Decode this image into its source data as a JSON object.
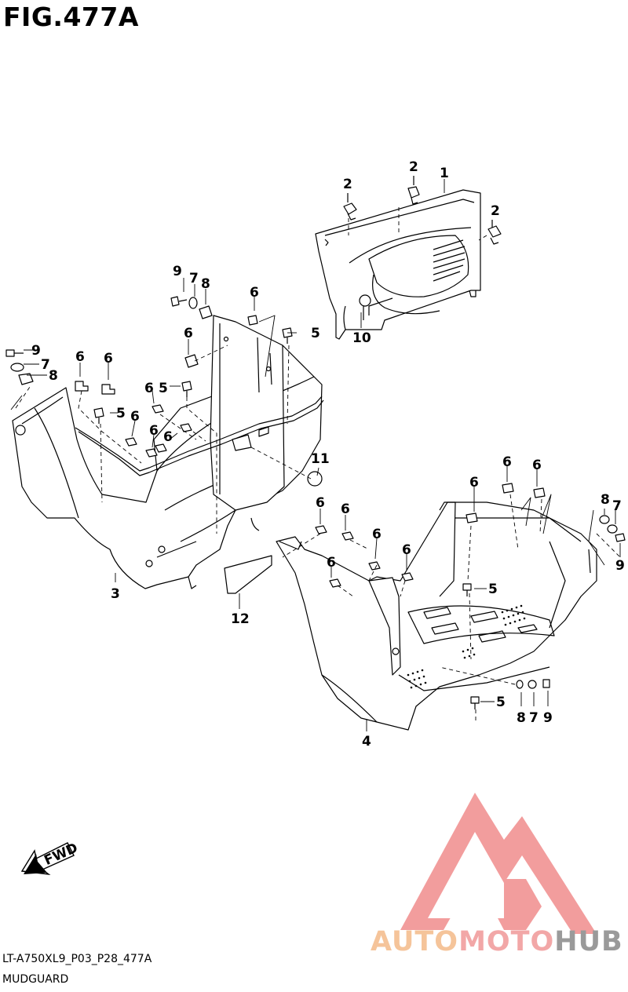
{
  "title": "FIG.477A",
  "model_code": "LT-A750XL9_P03_P28_477A",
  "section": "MUDGUARD",
  "fwd_label": "FWD",
  "watermark": {
    "part1": "AUTO",
    "part2": "MOTO",
    "part3": "HUB",
    "colors": {
      "auto": "#f5c49a",
      "moto": "#f2a7a7",
      "hub": "#9a9a9a",
      "triangle": "#f08d8d"
    }
  },
  "callouts": [
    {
      "id": "c1",
      "label": "1"
    },
    {
      "id": "c2a",
      "label": "2"
    },
    {
      "id": "c2b",
      "label": "2"
    },
    {
      "id": "c2c",
      "label": "2"
    },
    {
      "id": "c10",
      "label": "10"
    },
    {
      "id": "c9a",
      "label": "9"
    },
    {
      "id": "c7a",
      "label": "7"
    },
    {
      "id": "c8a",
      "label": "8"
    },
    {
      "id": "c6a",
      "label": "6"
    },
    {
      "id": "c5a",
      "label": "5"
    },
    {
      "id": "c6b",
      "label": "6"
    },
    {
      "id": "c9b",
      "label": "9"
    },
    {
      "id": "c7b",
      "label": "7"
    },
    {
      "id": "c8b",
      "label": "8"
    },
    {
      "id": "c6c",
      "label": "6"
    },
    {
      "id": "c6d",
      "label": "6"
    },
    {
      "id": "c6e",
      "label": "6"
    },
    {
      "id": "c5b",
      "label": "5"
    },
    {
      "id": "c5c",
      "label": "5"
    },
    {
      "id": "c6f",
      "label": "6"
    },
    {
      "id": "c6g",
      "label": "6"
    },
    {
      "id": "c6h",
      "label": "6"
    },
    {
      "id": "c11",
      "label": "11"
    },
    {
      "id": "c3",
      "label": "3"
    },
    {
      "id": "c12",
      "label": "12"
    },
    {
      "id": "c6i",
      "label": "6"
    },
    {
      "id": "c6j",
      "label": "6"
    },
    {
      "id": "c6k",
      "label": "6"
    },
    {
      "id": "c8c",
      "label": "8"
    },
    {
      "id": "c7c",
      "label": "7"
    },
    {
      "id": "c9c",
      "label": "9"
    },
    {
      "id": "c6l",
      "label": "6"
    },
    {
      "id": "c6m",
      "label": "6"
    },
    {
      "id": "c6n",
      "label": "6"
    },
    {
      "id": "c6o",
      "label": "6"
    },
    {
      "id": "c6p",
      "label": "6"
    },
    {
      "id": "c5d",
      "label": "5"
    },
    {
      "id": "c5e",
      "label": "5"
    },
    {
      "id": "c8d",
      "label": "8"
    },
    {
      "id": "c7d",
      "label": "7"
    },
    {
      "id": "c9d",
      "label": "9"
    },
    {
      "id": "c4",
      "label": "4"
    }
  ]
}
